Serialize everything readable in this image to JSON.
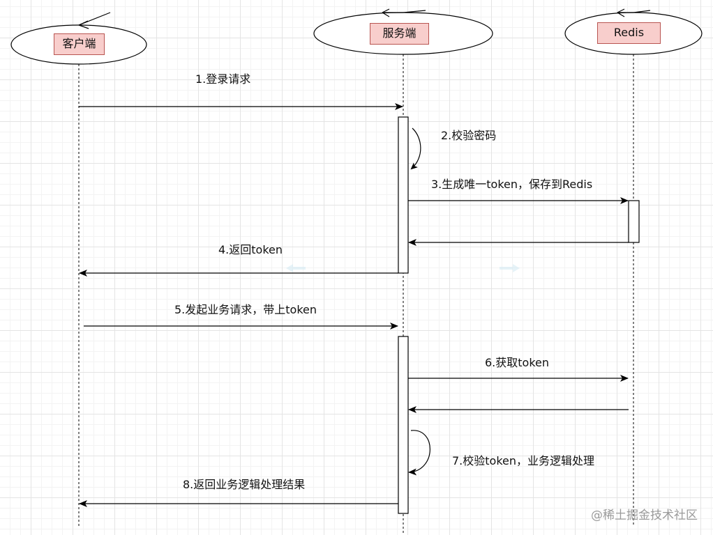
{
  "actors": [
    {
      "label": "客户端"
    },
    {
      "label": "服务端"
    },
    {
      "label": "Redis"
    }
  ],
  "messages": [
    {
      "label": "1.登录请求"
    },
    {
      "label": "2.校验密码"
    },
    {
      "label": "3.生成唯一token，保存到Redis"
    },
    {
      "label": "4.返回token"
    },
    {
      "label": "5.发起业务请求，带上token"
    },
    {
      "label": "6.获取token"
    },
    {
      "label": "7.校验token，业务逻辑处理"
    },
    {
      "label": "8.返回业务逻辑处理结果"
    }
  ],
  "watermark": "@稀土掘金技术社区",
  "colors": {
    "actor_fill": "#f8cecc",
    "actor_border": "#b85450",
    "line": "#000000",
    "grid": "#e4e4e4"
  }
}
